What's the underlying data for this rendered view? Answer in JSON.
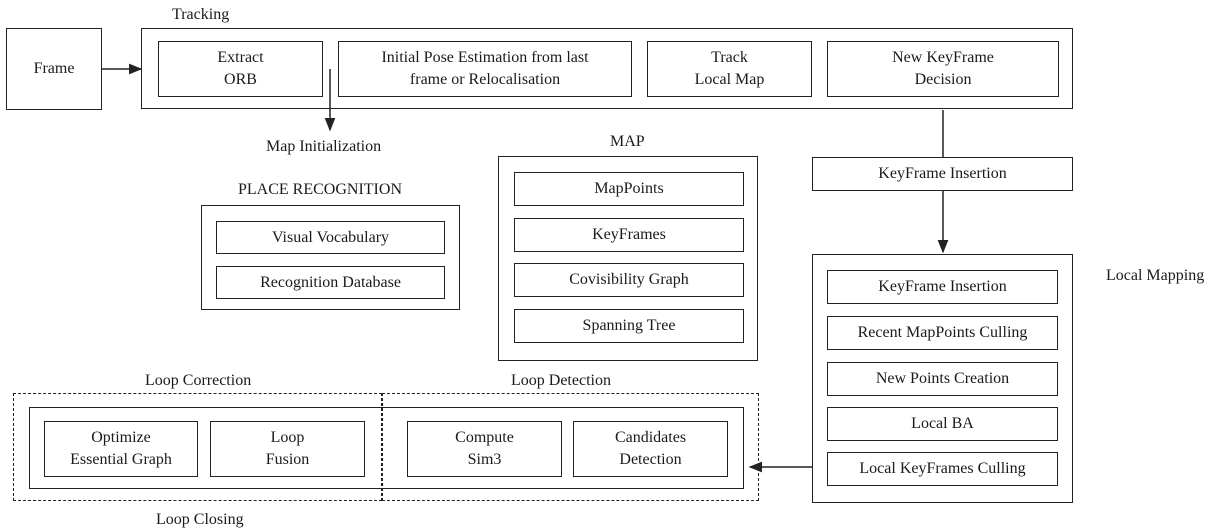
{
  "diagram": {
    "frame": "Frame",
    "tracking": {
      "title": "Tracking",
      "steps": [
        "Extract\nORB",
        "Initial Pose Estimation from last\nframe or Relocalisation",
        "Track\nLocal Map",
        "New KeyFrame\nDecision"
      ]
    },
    "map_initialization": "Map Initialization",
    "place_recognition": {
      "title": "PLACE RECOGNITION",
      "items": [
        "Visual Vocabulary",
        "Recognition Database"
      ]
    },
    "map": {
      "title": "MAP",
      "items": [
        "MapPoints",
        "KeyFrames",
        "Covisibility Graph",
        "Spanning Tree"
      ]
    },
    "keyframe_insertion": "KeyFrame Insertion",
    "local_mapping": {
      "title": "Local Mapping",
      "steps": [
        "KeyFrame Insertion",
        "Recent MapPoints Culling",
        "New Points Creation",
        "Local BA",
        "Local KeyFrames Culling"
      ]
    },
    "loop_closing": {
      "title": "Loop Closing",
      "loop_correction": {
        "title": "Loop Correction",
        "steps": [
          "Optimize\nEssential Graph",
          "Loop\nFusion"
        ]
      },
      "loop_detection": {
        "title": "Loop Detection",
        "steps": [
          "Compute\nSim3",
          "Candidates\nDetection"
        ]
      }
    }
  }
}
